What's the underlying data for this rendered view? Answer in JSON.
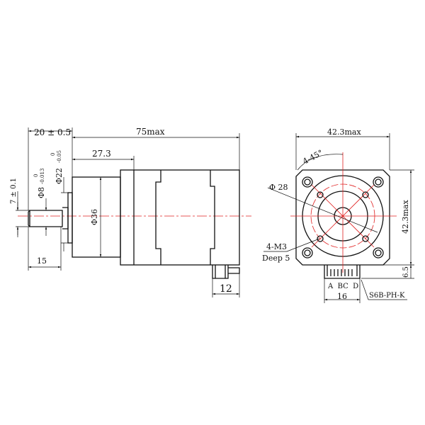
{
  "side_view": {
    "shaft_length": "20 ± 0.5",
    "overall_length": "75max",
    "gearbox_length": "27.3",
    "gearbox_diameter": "Φ36",
    "shaft_diameter": "Φ8",
    "shaft_tol_upper": "0",
    "shaft_tol_lower": "-0.013",
    "boss_diameter": "Φ22",
    "boss_tol_upper": "0",
    "boss_tol_lower": "-0.05",
    "flat_width": "7 ± 0.1",
    "flat_length": "15",
    "connector_length": "12"
  },
  "front_view": {
    "width": "42.3max",
    "height": "42.3max",
    "angle": "4-45°",
    "bolt_circle": "Φ 28",
    "threads": "4-M3",
    "depth": "Deep 5",
    "connector_height": "6.5",
    "pins": "A  BC  D",
    "connector_width": "16",
    "connector_part": "S6B-PH-K"
  },
  "colors": {
    "line": "#111111",
    "centerline": "#e02020"
  }
}
